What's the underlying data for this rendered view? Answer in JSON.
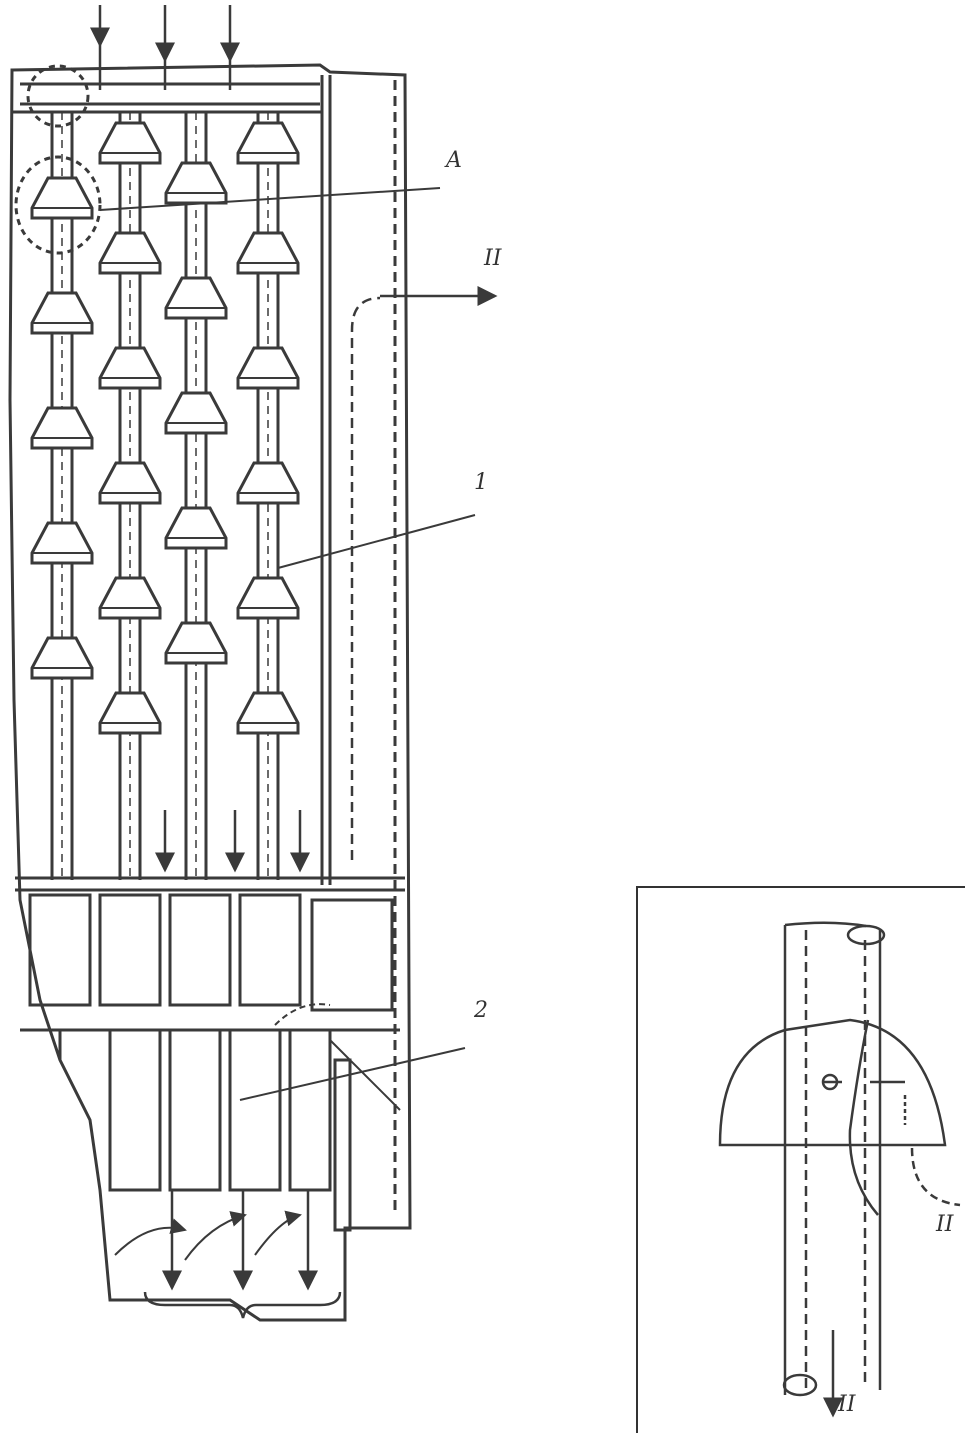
{
  "labels": {
    "a": "A",
    "ii_main": "II",
    "one": "1",
    "two": "2",
    "ii_inset_side": "II",
    "ii_inset_bottom": "II"
  },
  "colors": {
    "ink": "#3a3a3a",
    "paper": "#ffffff"
  },
  "icons": {
    "flow_arrows": "arrow-icon",
    "detail_circle": "dashed-circle-icon"
  }
}
